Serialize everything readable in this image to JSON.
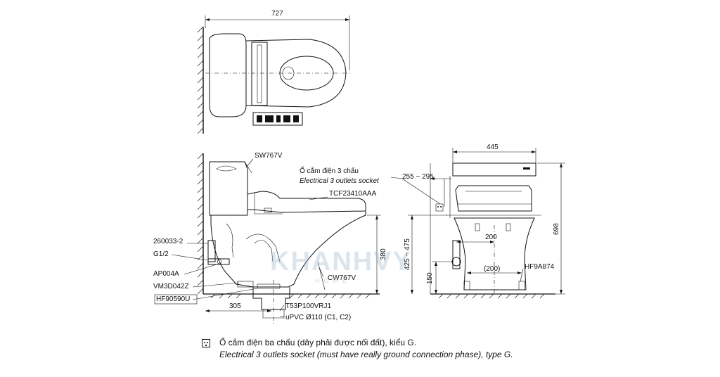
{
  "top_view": {
    "width_dim": "727"
  },
  "side_view": {
    "labels": {
      "tank": "SW767V",
      "seat": "TCF23410AAA",
      "bowl": "CW767V",
      "fitting": "260033-2",
      "thread": "G1/2",
      "valve": "AP004A",
      "hose": "VM3D042Z",
      "flange": "HF90590U",
      "drain": "T53P100VRJ1",
      "pipe": "uPVC Ø110 (C1, C2)"
    },
    "socket_vi": "Ổ cắm điện 3 chấu",
    "socket_en": "Electrical 3 outlets socket",
    "dims": {
      "rough_in": "305",
      "height": "380"
    }
  },
  "front_view": {
    "dims": {
      "width": "445",
      "socket_offset": "255 ~ 295",
      "total_height": "698",
      "supply_height": "425 ~ 475",
      "supply_offset": "200",
      "supply_low": "150",
      "bolt_spacing": "(200)"
    },
    "part": "HF9A874"
  },
  "watermark": {
    "brand": "KHANHVY",
    "sub": "HOME"
  },
  "footnote": {
    "line_vi": "Ổ cắm điện ba chấu (dây phải được nối đất), kiểu G.",
    "line_en": "Electrical 3 outlets socket (must have really ground connection phase), type G."
  }
}
